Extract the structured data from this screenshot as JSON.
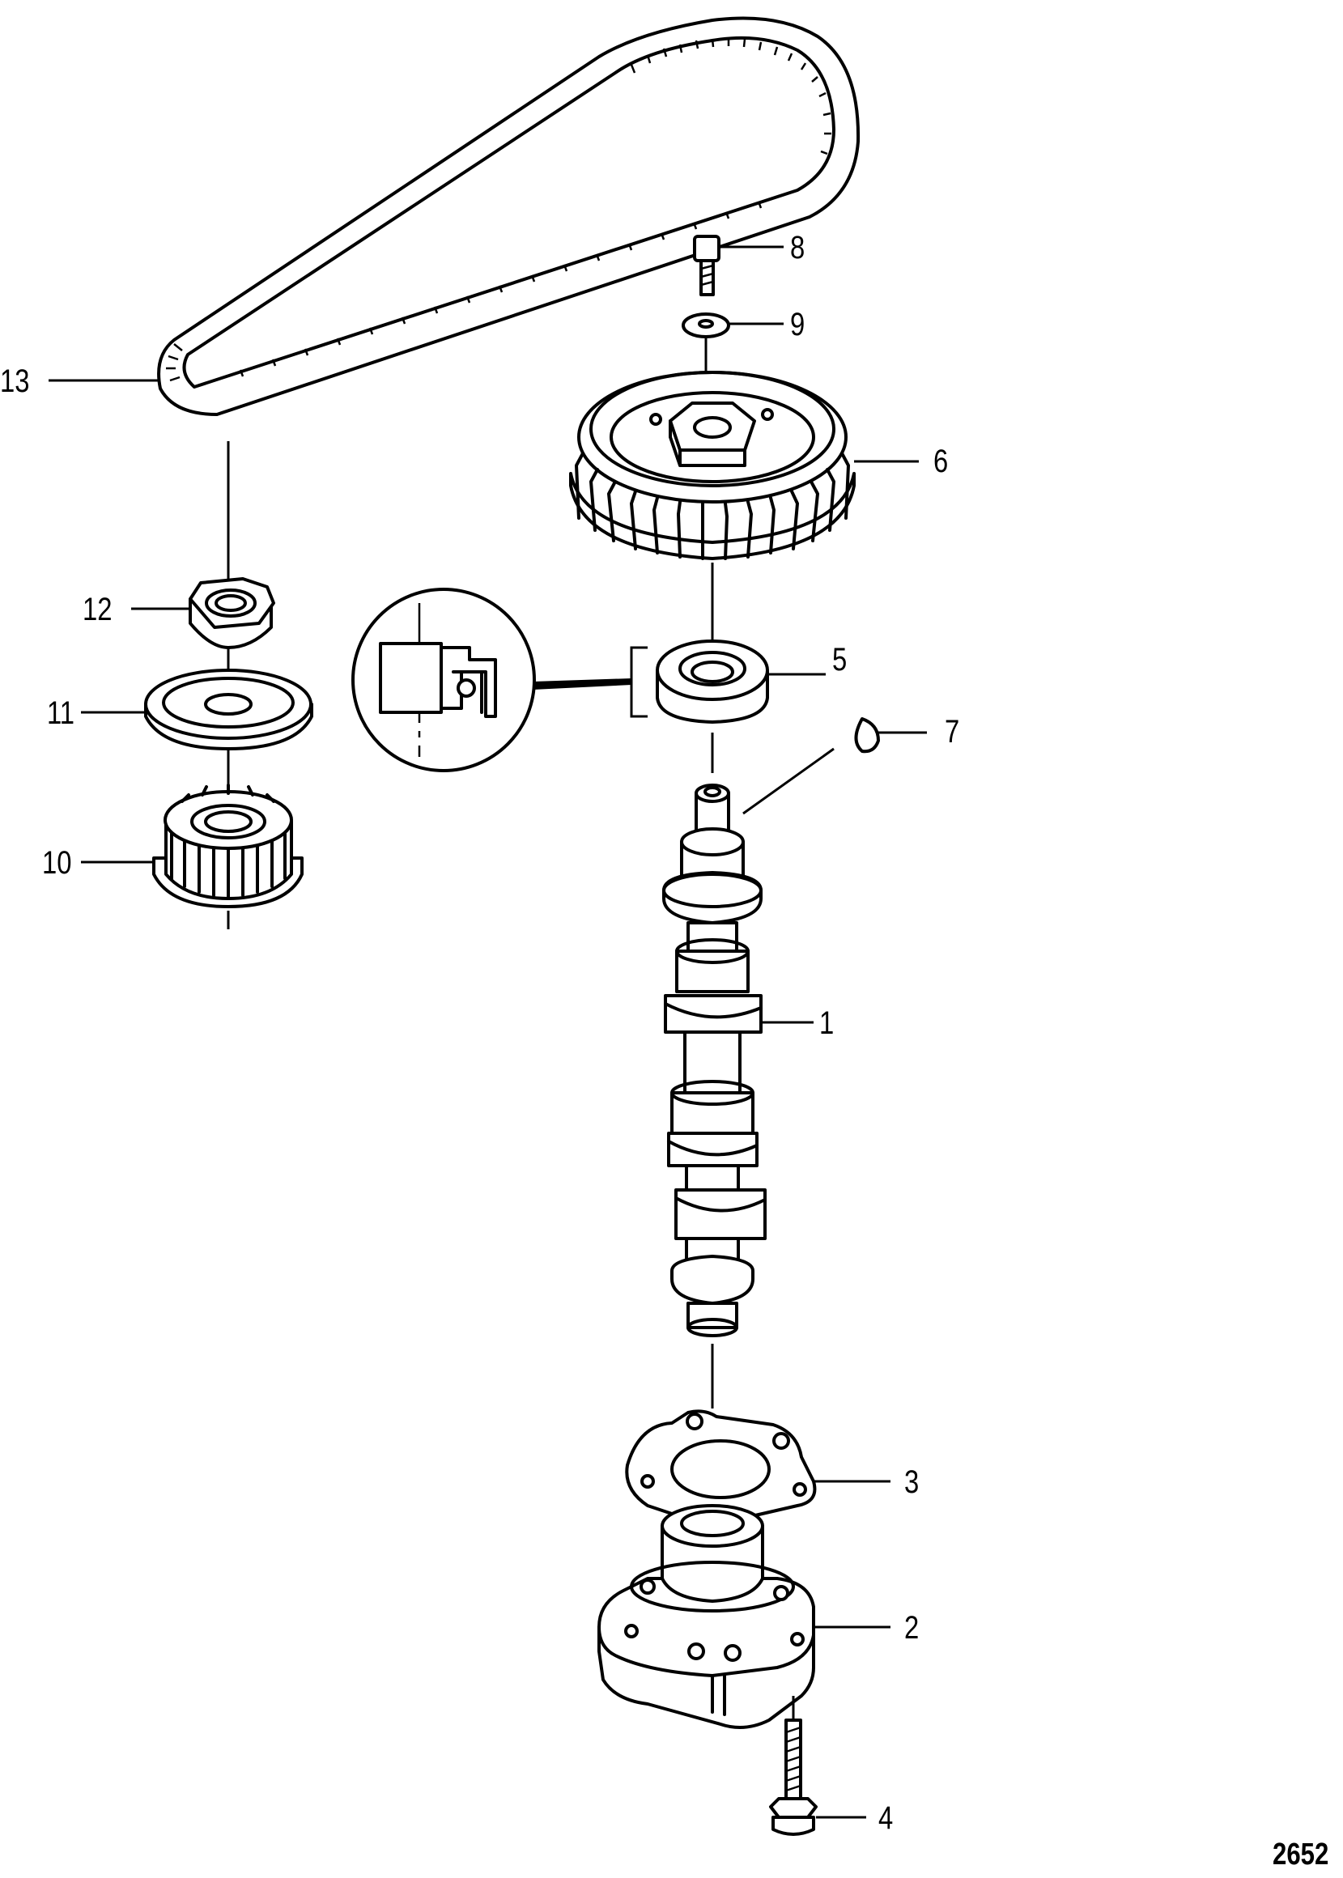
{
  "figure_number": "2652",
  "callouts": [
    {
      "id": "1",
      "label": "1"
    },
    {
      "id": "2",
      "label": "2"
    },
    {
      "id": "3",
      "label": "3"
    },
    {
      "id": "4",
      "label": "4"
    },
    {
      "id": "5",
      "label": "5"
    },
    {
      "id": "6",
      "label": "6"
    },
    {
      "id": "7",
      "label": "7"
    },
    {
      "id": "8",
      "label": "8"
    },
    {
      "id": "9",
      "label": "9"
    },
    {
      "id": "10",
      "label": "10"
    },
    {
      "id": "11",
      "label": "11"
    },
    {
      "id": "12",
      "label": "12"
    },
    {
      "id": "13",
      "label": "13"
    }
  ]
}
